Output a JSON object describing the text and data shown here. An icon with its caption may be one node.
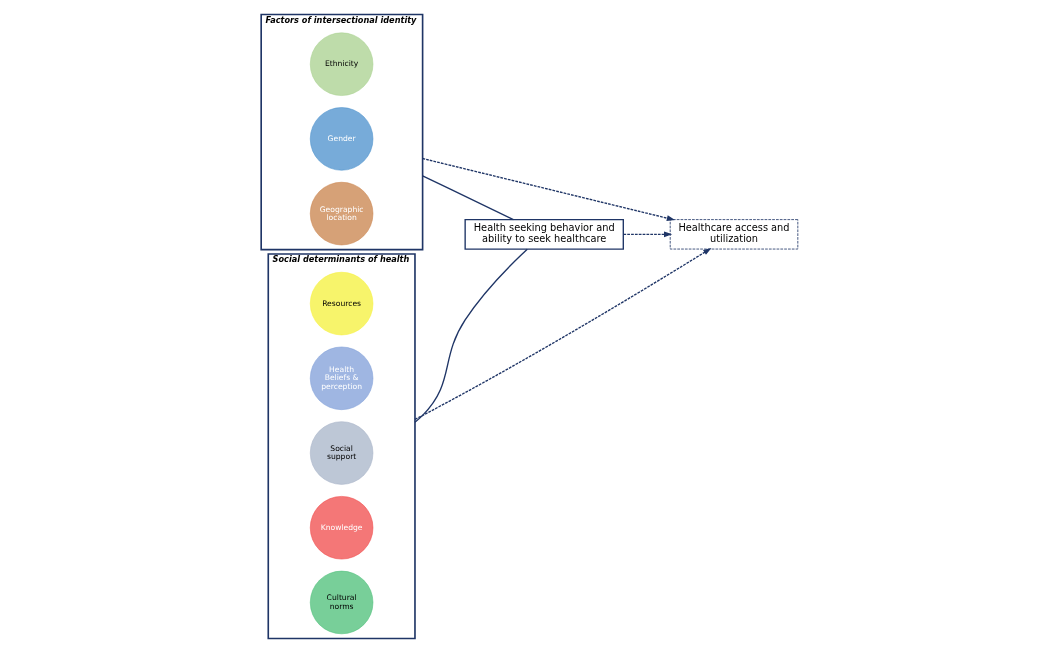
{
  "diagram": {
    "nodes": [
      {
        "text": [
          "Factors of intersectional identity"
        ]
      },
      {
        "text": [
          "Ethnicity"
        ],
        "in": 0
      },
      {
        "text": [
          "Gender"
        ],
        "in": 0
      },
      {
        "text": [
          "Geographic location"
        ],
        "in": 0
      },
      {
        "text": [
          "Social determinants of health"
        ]
      },
      {
        "text": [
          "Resources"
        ],
        "in": 4
      },
      {
        "text": [
          "Health Beliefs & perception"
        ],
        "in": 4
      },
      {
        "text": [
          "Social support"
        ],
        "in": 4
      },
      {
        "text": [
          "Knowledge"
        ],
        "in": 4
      },
      {
        "text": [
          "Cultural norms"
        ],
        "in": 4
      },
      {
        "text": [
          "Health seeking behavior and ability to seek healthcare"
        ]
      },
      {
        "text": [
          "Healthcare access and utilization"
        ]
      }
    ],
    "edges": [
      {
        "from": 0,
        "to": 10,
        "arrow": "none"
      },
      {
        "from": 4,
        "to": 10,
        "arrow": "none"
      },
      {
        "from": 0,
        "to": 11,
        "arrow": "to",
        "style": "dashed"
      },
      {
        "from": 10,
        "to": 11,
        "arrow": "to",
        "style": "dashed"
      },
      {
        "from": 4,
        "to": 11,
        "arrow": "to",
        "style": "dashed"
      }
    ]
  }
}
